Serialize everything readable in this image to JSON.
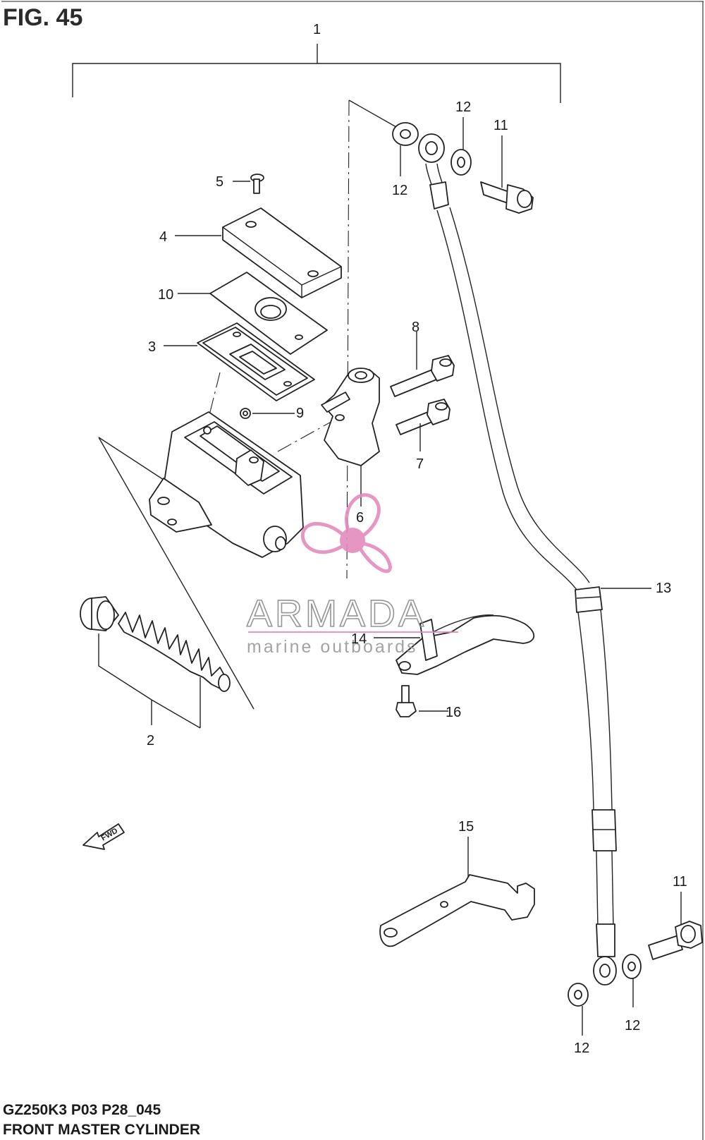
{
  "figure": {
    "title": "FIG. 45"
  },
  "footer": {
    "model_code": "GZ250K3 P03 P28_045",
    "section_name": "FRONT MASTER CYLINDER"
  },
  "watermark": {
    "brand": "ARMADA",
    "tagline": "marine outboards",
    "accent_color": "#e38bbd"
  },
  "direction_marker": {
    "label": "FWD"
  },
  "callouts": {
    "c1": "1",
    "c2": "2",
    "c3": "3",
    "c4": "4",
    "c5": "5",
    "c6": "6",
    "c7": "7",
    "c8": "8",
    "c9": "9",
    "c10": "10",
    "c11_top": "11",
    "c11_bottom": "11",
    "c12_top_left": "12",
    "c12_top_right": "12",
    "c12_bottom_left": "12",
    "c12_bottom_right": "12",
    "c13": "13",
    "c14": "14",
    "c15": "15",
    "c16": "16"
  }
}
